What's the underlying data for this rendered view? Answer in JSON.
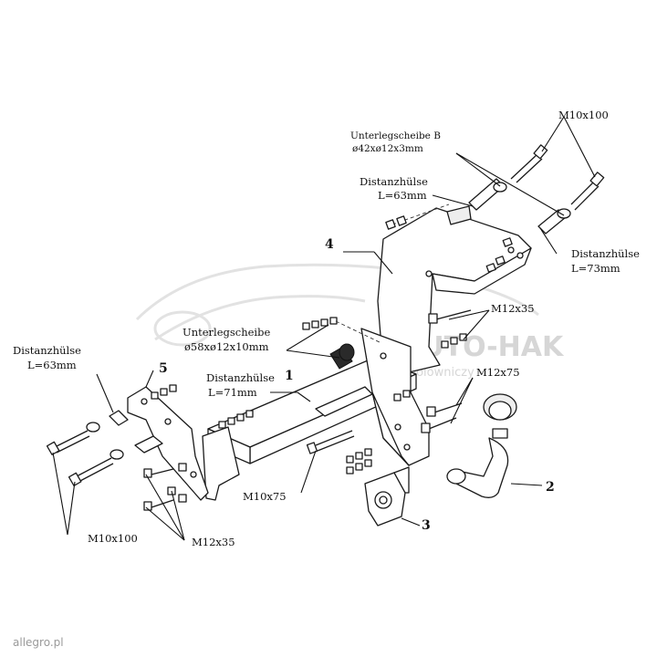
{
  "labels": {
    "unterlegscheibe_b": "Unterlegscheibe B",
    "unterlegscheibe_b_dim": "ø42xø12x3mm",
    "m10x100_top": "M10x100",
    "distanzhulse_top_title": "Distanzhülse",
    "distanzhulse_top_len": "L=63mm",
    "distanzhulse_right_title": "Distanzhülse",
    "distanzhulse_right_len": "L=73mm",
    "m12x35_right": "M12x35",
    "unterlegscheibe_mid_title": "Unterlegscheibe",
    "unterlegscheibe_mid_dim": "ø58xø12x10mm",
    "distanzhulse_left_title": "Distanzhülse",
    "distanzhulse_left_len": "L=63mm",
    "distanzhulse_center_title": "Distanzhülse",
    "distanzhulse_center_len": "L=71mm",
    "m12x75": "M12x75",
    "m10x75": "M10x75",
    "m10x100_bottom": "M10x100",
    "m12x35_bottom": "M12x35"
  },
  "part_numbers": {
    "beam": "1",
    "ball": "2",
    "socket_plate": "3",
    "bracket": "4",
    "side_plate": "5"
  },
  "watermark": {
    "brand": "AUTO-HAK",
    "tagline": "hak holowniczy"
  },
  "footer": {
    "source": "allegro.pl"
  }
}
